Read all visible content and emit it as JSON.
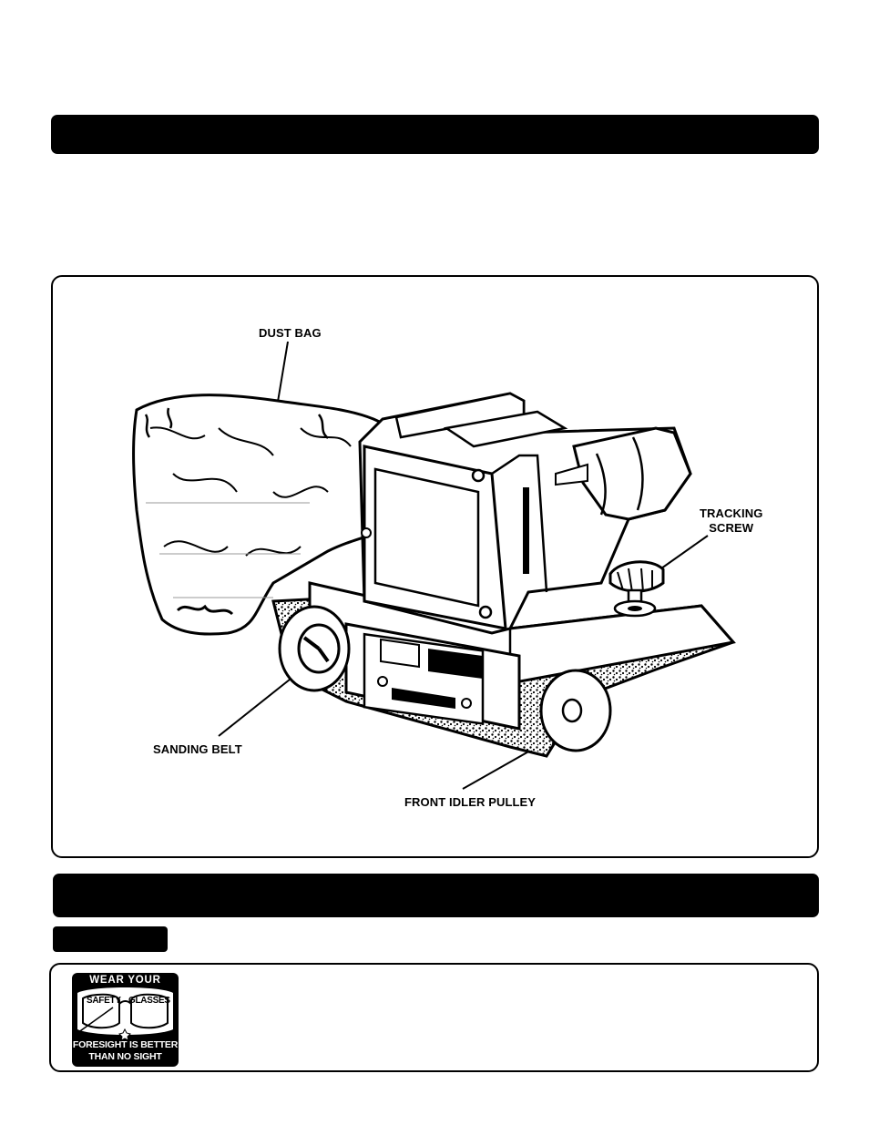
{
  "figure": {
    "callouts": {
      "dust_bag": "DUST BAG",
      "tracking_screw_line1": "TRACKING",
      "tracking_screw_line2": "SCREW",
      "sanding_belt": "SANDING BELT",
      "front_idler_pulley": "FRONT IDLER PULLEY"
    }
  },
  "safety_badge": {
    "header": "WEAR YOUR",
    "left_lens": "SAFETY",
    "right_lens": "GLASSES",
    "footer_line1": "FORESIGHT IS BETTER",
    "footer_line2": "THAN NO SIGHT"
  }
}
